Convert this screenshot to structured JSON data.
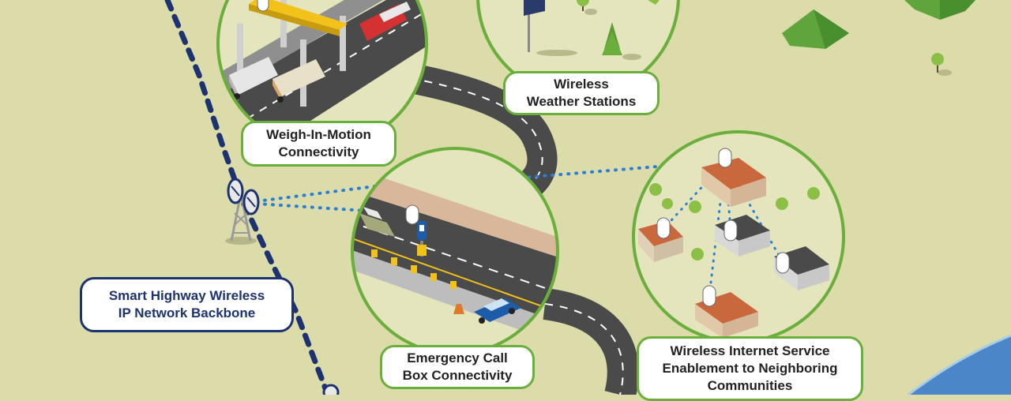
{
  "colors": {
    "background": "#dcdcaa",
    "circle_border": "#6aae3c",
    "backbone_line": "#1d3370",
    "wireless_link": "#2a7fd4",
    "road": "#4a4a4a",
    "water": "#4a86c8",
    "hill": "#5fa53b"
  },
  "labels": {
    "weigh_in_motion": "Weigh-In-Motion\nConnectivity",
    "weather_stations": "Wireless\nWeather Stations",
    "backbone": "Smart Highway Wireless\nIP Network Backbone",
    "call_box": "Emergency Call\nBox Connectivity",
    "internet_service": "Wireless Internet Service\nEnablement to Neighboring\nCommunities"
  },
  "icons": {
    "tower": "radio-tower-icon",
    "access_point": "wireless-access-point-icon"
  }
}
